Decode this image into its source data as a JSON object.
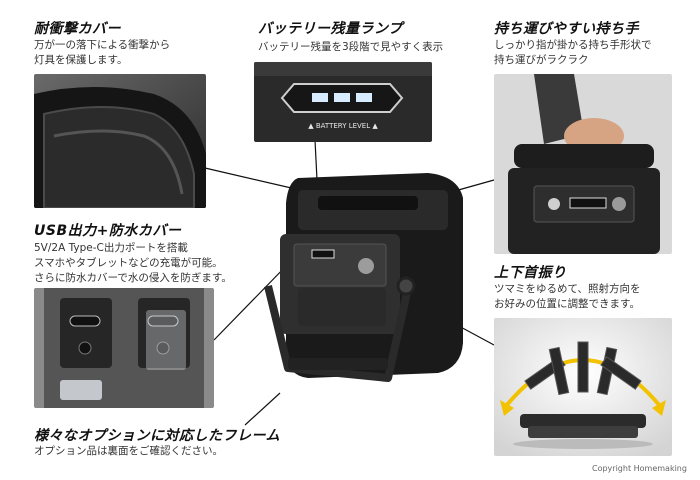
{
  "features": {
    "shock": {
      "title": "耐衝撃カバー",
      "lines": [
        "万が一の落下による衝撃から",
        "灯具を保護します。"
      ]
    },
    "battery": {
      "title": "バッテリー残量ランプ",
      "lines": [
        "バッテリー残量を3段階で見やすく表示"
      ],
      "panel_label": "▲ BATTERY LEVEL ▲"
    },
    "handle": {
      "title": "持ち運びやすい持ち手",
      "lines": [
        "しっかり指が掛かる持ち手形状で",
        "持ち運びがラクラク"
      ]
    },
    "usb": {
      "title": "USB出力+防水カバー",
      "lines": [
        "5V/2A Type-C出力ポートを搭載",
        "スマホやタブレットなどの充電が可能。",
        "さらに防水カバーで水の侵入を防ぎます。"
      ]
    },
    "tilt": {
      "title": "上下首振り",
      "lines": [
        "ツマミをゆるめて、照射方向を",
        "お好みの位置に調整できます。"
      ]
    },
    "frame": {
      "title": "様々なオプションに対応したフレーム",
      "lines": [
        "オプション品は裏面をご確認ください。"
      ]
    }
  },
  "copyright": "Copyright  Homemaking",
  "colors": {
    "accent": "#f2c200",
    "dark": "#1c1c1c",
    "led": "#cfe8ff"
  }
}
